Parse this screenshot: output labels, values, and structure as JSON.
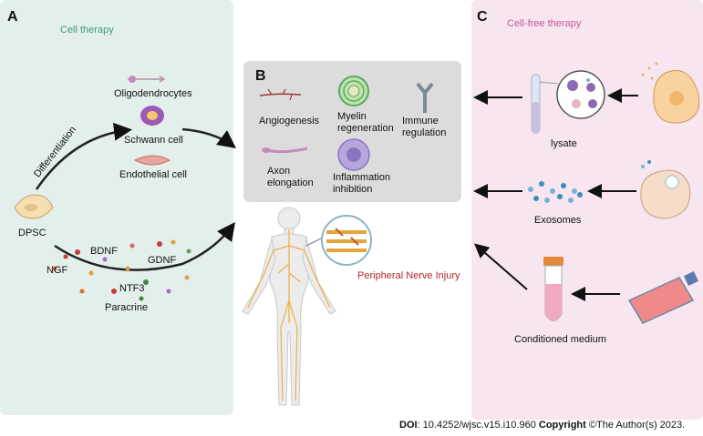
{
  "panel_a": {
    "letter": "A",
    "title": "Cell therapy",
    "differentiation": "Differentiation",
    "oligodendrocytes": "Oligodendrocytes",
    "schwann_cell": "Schwann cell",
    "endothelial_cell": "Endothelial cell",
    "dpsc": "DPSC",
    "bdnf": "BDNF",
    "gdnf": "GDNF",
    "ngf": "NGF",
    "ntf3": "NTF3",
    "paracrine": "Paracrine"
  },
  "panel_b": {
    "letter": "B",
    "angiogenesis": "Angiogenesis",
    "myelin": "Myelin\nregeneration",
    "immune": "Immune\nregulation",
    "axon": "Axon\nelongation",
    "inflammation": "Inflammation\ninhibition"
  },
  "center": {
    "injury": "Peripheral Nerve Injury"
  },
  "panel_c": {
    "letter": "C",
    "title": "Cell-free therapy",
    "lysate": "lysate",
    "exosomes": "Exosomes",
    "conditioned_medium": "Conditioned medium"
  },
  "footer": {
    "doi_label": "DOI",
    "doi_value": ": 10.4252/wjsc.v15.i10.960 ",
    "copyright_label": "Copyright",
    "copyright_value": " ©The Author(s) 2023."
  },
  "colors": {
    "panel_a_bg": "#e3efea",
    "panel_c_bg": "#f7e6ef",
    "panel_b_bg": "#dcdcdc",
    "cell_therapy_title": "#3f9a86",
    "cell_free_title": "#c4569c",
    "injury_text": "#b3252a"
  }
}
